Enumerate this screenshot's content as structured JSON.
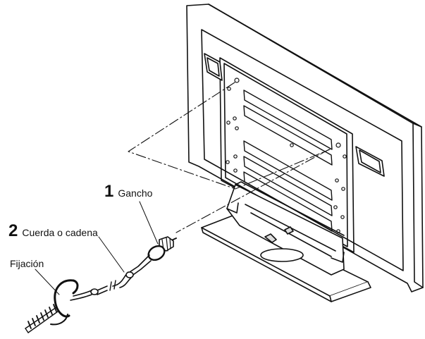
{
  "callouts": {
    "hook": {
      "number": "1",
      "label": "Gancho"
    },
    "cord": {
      "number": "2",
      "label": "Cuerda o cadena"
    },
    "fixing": {
      "label": "Fijación"
    }
  },
  "colors": {
    "line": "#111111",
    "fill": "#ffffff",
    "shade": "#dddddd"
  }
}
